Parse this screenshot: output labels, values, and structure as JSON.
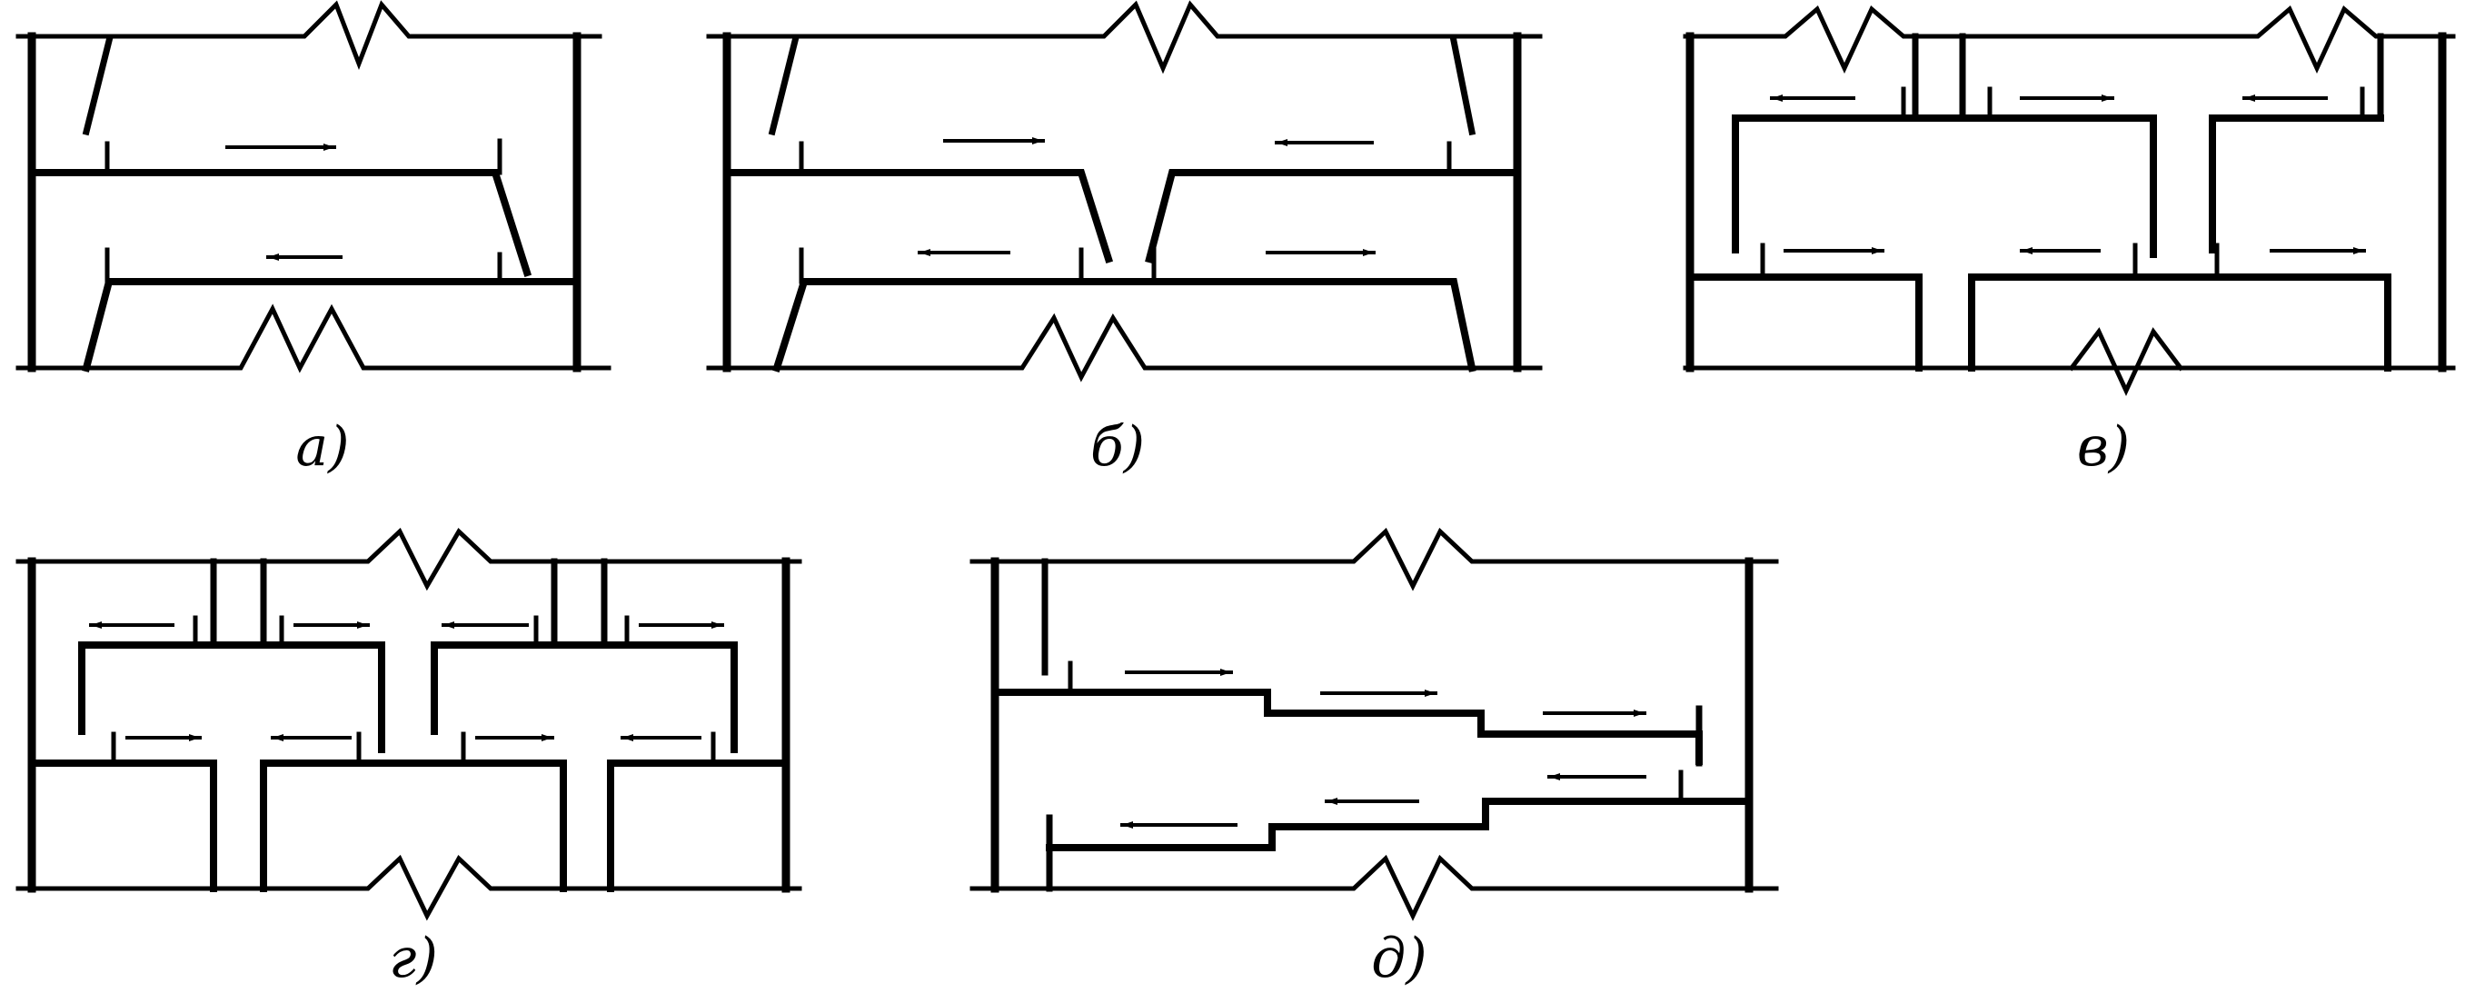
{
  "figure": {
    "panels": [
      {
        "id": "a",
        "label": "а)"
      },
      {
        "id": "b",
        "label": "б)"
      },
      {
        "id": "v",
        "label": "в)"
      },
      {
        "id": "g",
        "label": "г)"
      },
      {
        "id": "d",
        "label": "д)"
      }
    ]
  },
  "colors": {
    "ink": "#000000",
    "background": "#ffffff"
  }
}
